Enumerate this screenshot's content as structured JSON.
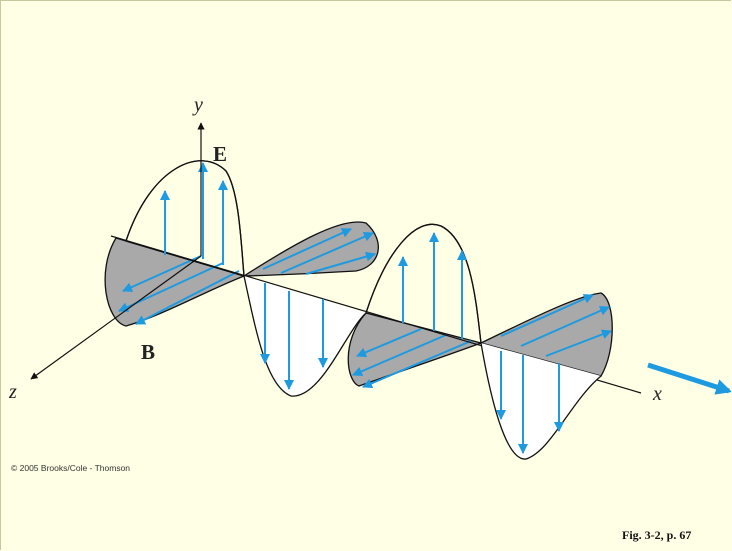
{
  "figure": {
    "labels": {
      "y_axis": "y",
      "x_axis": "x",
      "z_axis": "z",
      "e_field": "E",
      "b_field": "B"
    },
    "colors": {
      "arrow": "#1e9ae0",
      "b_plane_fill": "#a9a9a9",
      "e_plane_fill": "#ffffff",
      "outline": "#111111",
      "background": "#ffffe6"
    },
    "copyright": "© 2005 Brooks/Cole - Thomson",
    "caption": "Fig. 3-2, p. 67"
  }
}
